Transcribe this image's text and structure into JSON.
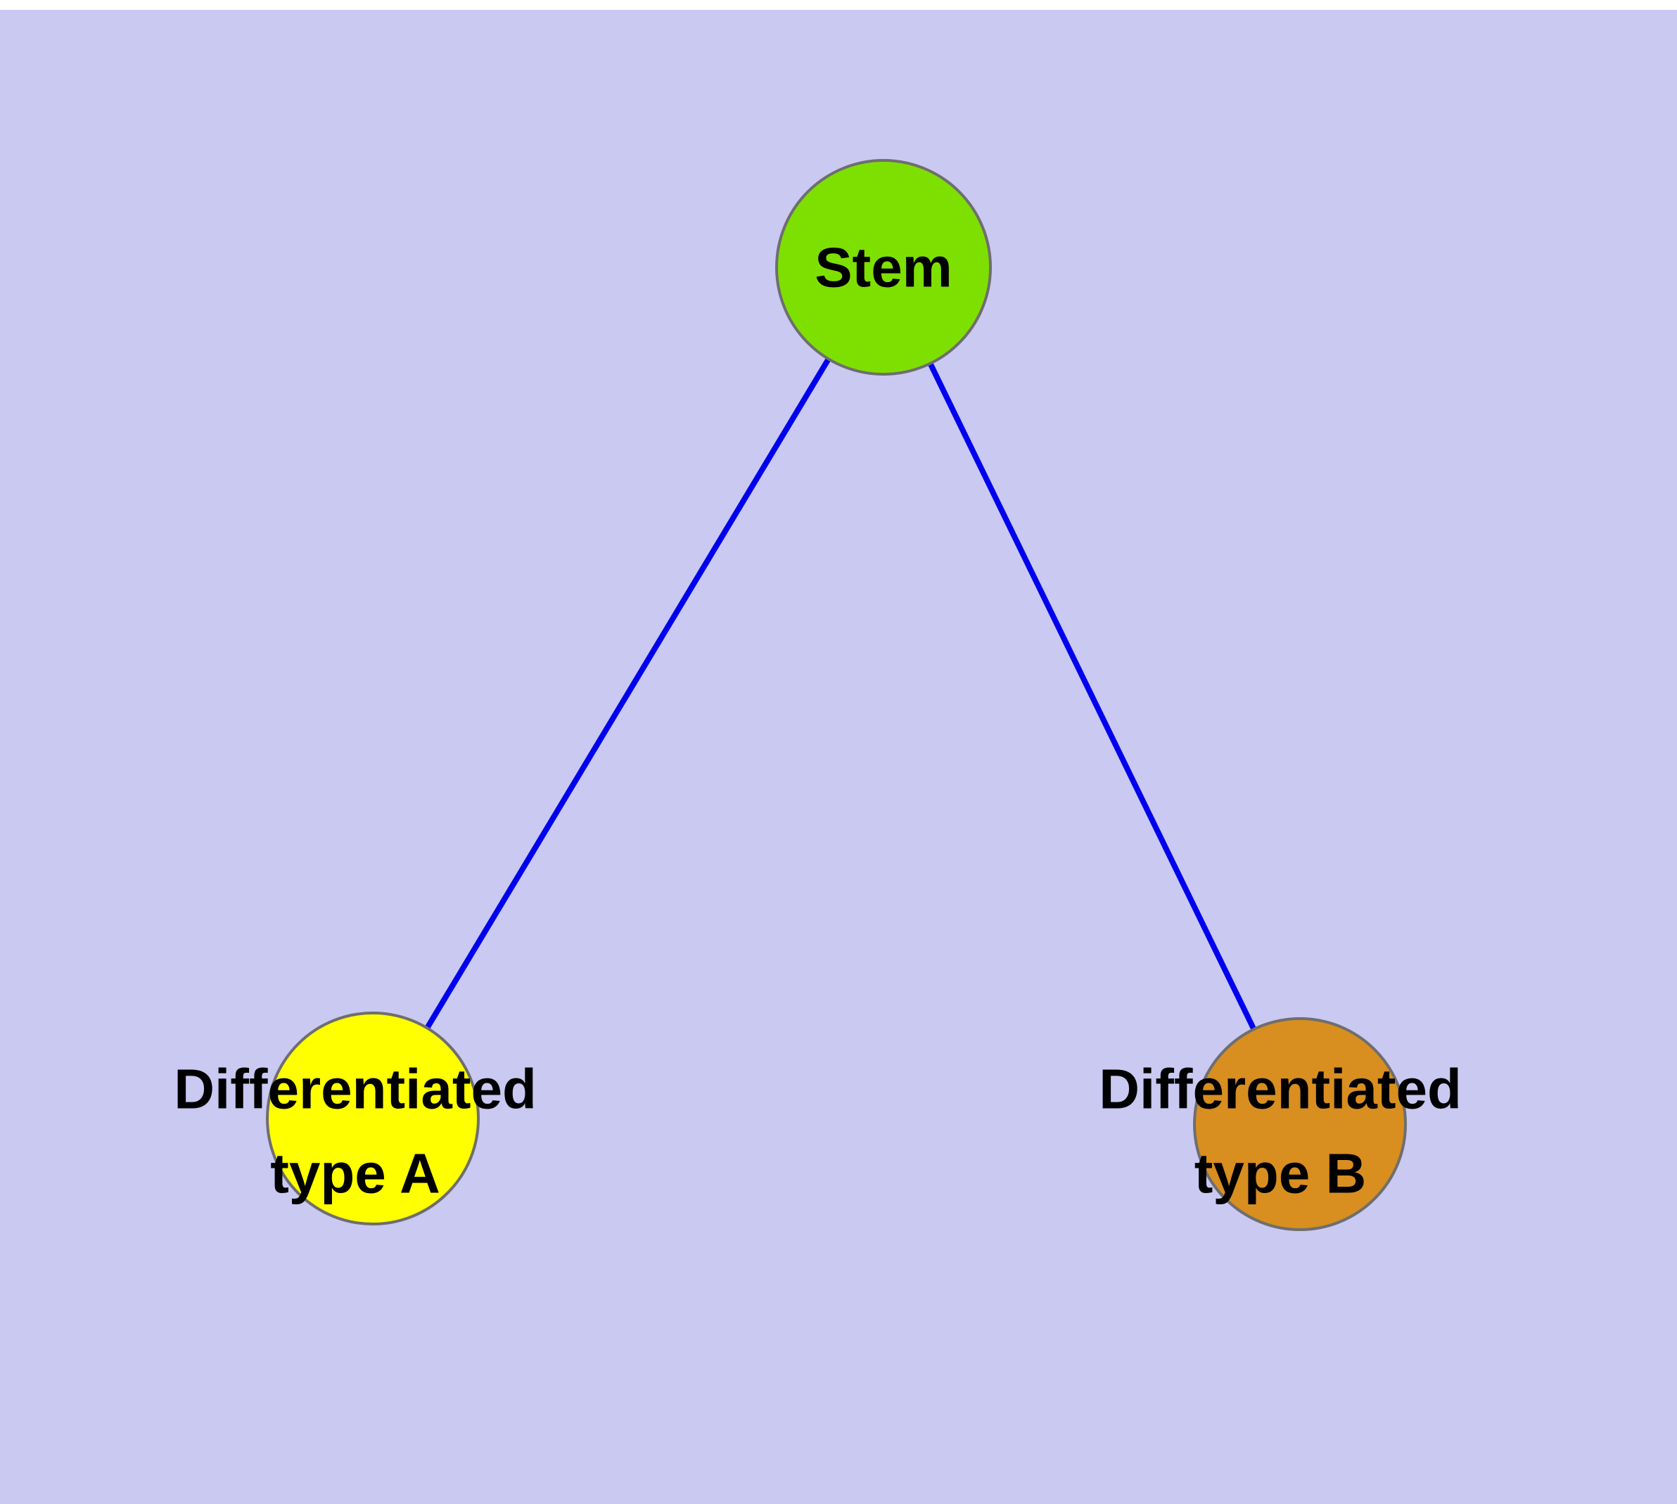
{
  "page": {
    "background_color": "#c9c9f2",
    "top_strip_color": "#ffffff"
  },
  "diagram": {
    "edge_color": "#0000ee",
    "node_border_color": "#6e6e6e",
    "nodes": [
      {
        "id": "stem",
        "label": "Stem",
        "label_line1": "Stem",
        "label_line2": "",
        "color": "#7ee000"
      },
      {
        "id": "differentiated-type-a",
        "label": "Differentiated type A",
        "label_line1": "Differentiated",
        "label_line2": "type A",
        "color": "#ffff00"
      },
      {
        "id": "differentiated-type-b",
        "label": "Differentiated type B",
        "label_line1": "Differentiated",
        "label_line2": "type B",
        "color": "#d98e20"
      }
    ],
    "edges": [
      {
        "from": "stem",
        "to": "differentiated-type-a"
      },
      {
        "from": "stem",
        "to": "differentiated-type-b"
      }
    ]
  }
}
